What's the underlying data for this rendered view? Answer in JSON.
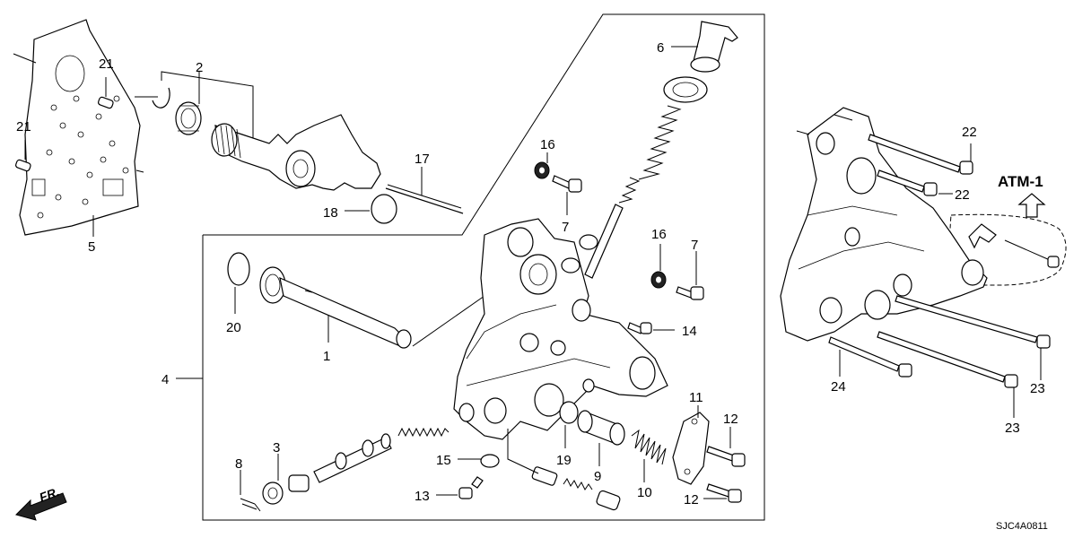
{
  "diagram": {
    "code": "SJC4A0811",
    "direction_label": "FR.",
    "reference_label": "ATM-1"
  },
  "callouts": [
    {
      "id": "c1",
      "text": "1"
    },
    {
      "id": "c2",
      "text": "2"
    },
    {
      "id": "c3",
      "text": "3"
    },
    {
      "id": "c4",
      "text": "4"
    },
    {
      "id": "c5",
      "text": "5"
    },
    {
      "id": "c6",
      "text": "6"
    },
    {
      "id": "c7a",
      "text": "7"
    },
    {
      "id": "c7b",
      "text": "7"
    },
    {
      "id": "c8",
      "text": "8"
    },
    {
      "id": "c9",
      "text": "9"
    },
    {
      "id": "c10",
      "text": "10"
    },
    {
      "id": "c11",
      "text": "11"
    },
    {
      "id": "c12a",
      "text": "12"
    },
    {
      "id": "c12b",
      "text": "12"
    },
    {
      "id": "c13",
      "text": "13"
    },
    {
      "id": "c14",
      "text": "14"
    },
    {
      "id": "c15",
      "text": "15"
    },
    {
      "id": "c16a",
      "text": "16"
    },
    {
      "id": "c16b",
      "text": "16"
    },
    {
      "id": "c17",
      "text": "17"
    },
    {
      "id": "c18",
      "text": "18"
    },
    {
      "id": "c19",
      "text": "19"
    },
    {
      "id": "c20",
      "text": "20"
    },
    {
      "id": "c21a",
      "text": "21"
    },
    {
      "id": "c21b",
      "text": "21"
    },
    {
      "id": "c22a",
      "text": "22"
    },
    {
      "id": "c22b",
      "text": "22"
    },
    {
      "id": "c23a",
      "text": "23"
    },
    {
      "id": "c23b",
      "text": "23"
    },
    {
      "id": "c24",
      "text": "24"
    }
  ]
}
